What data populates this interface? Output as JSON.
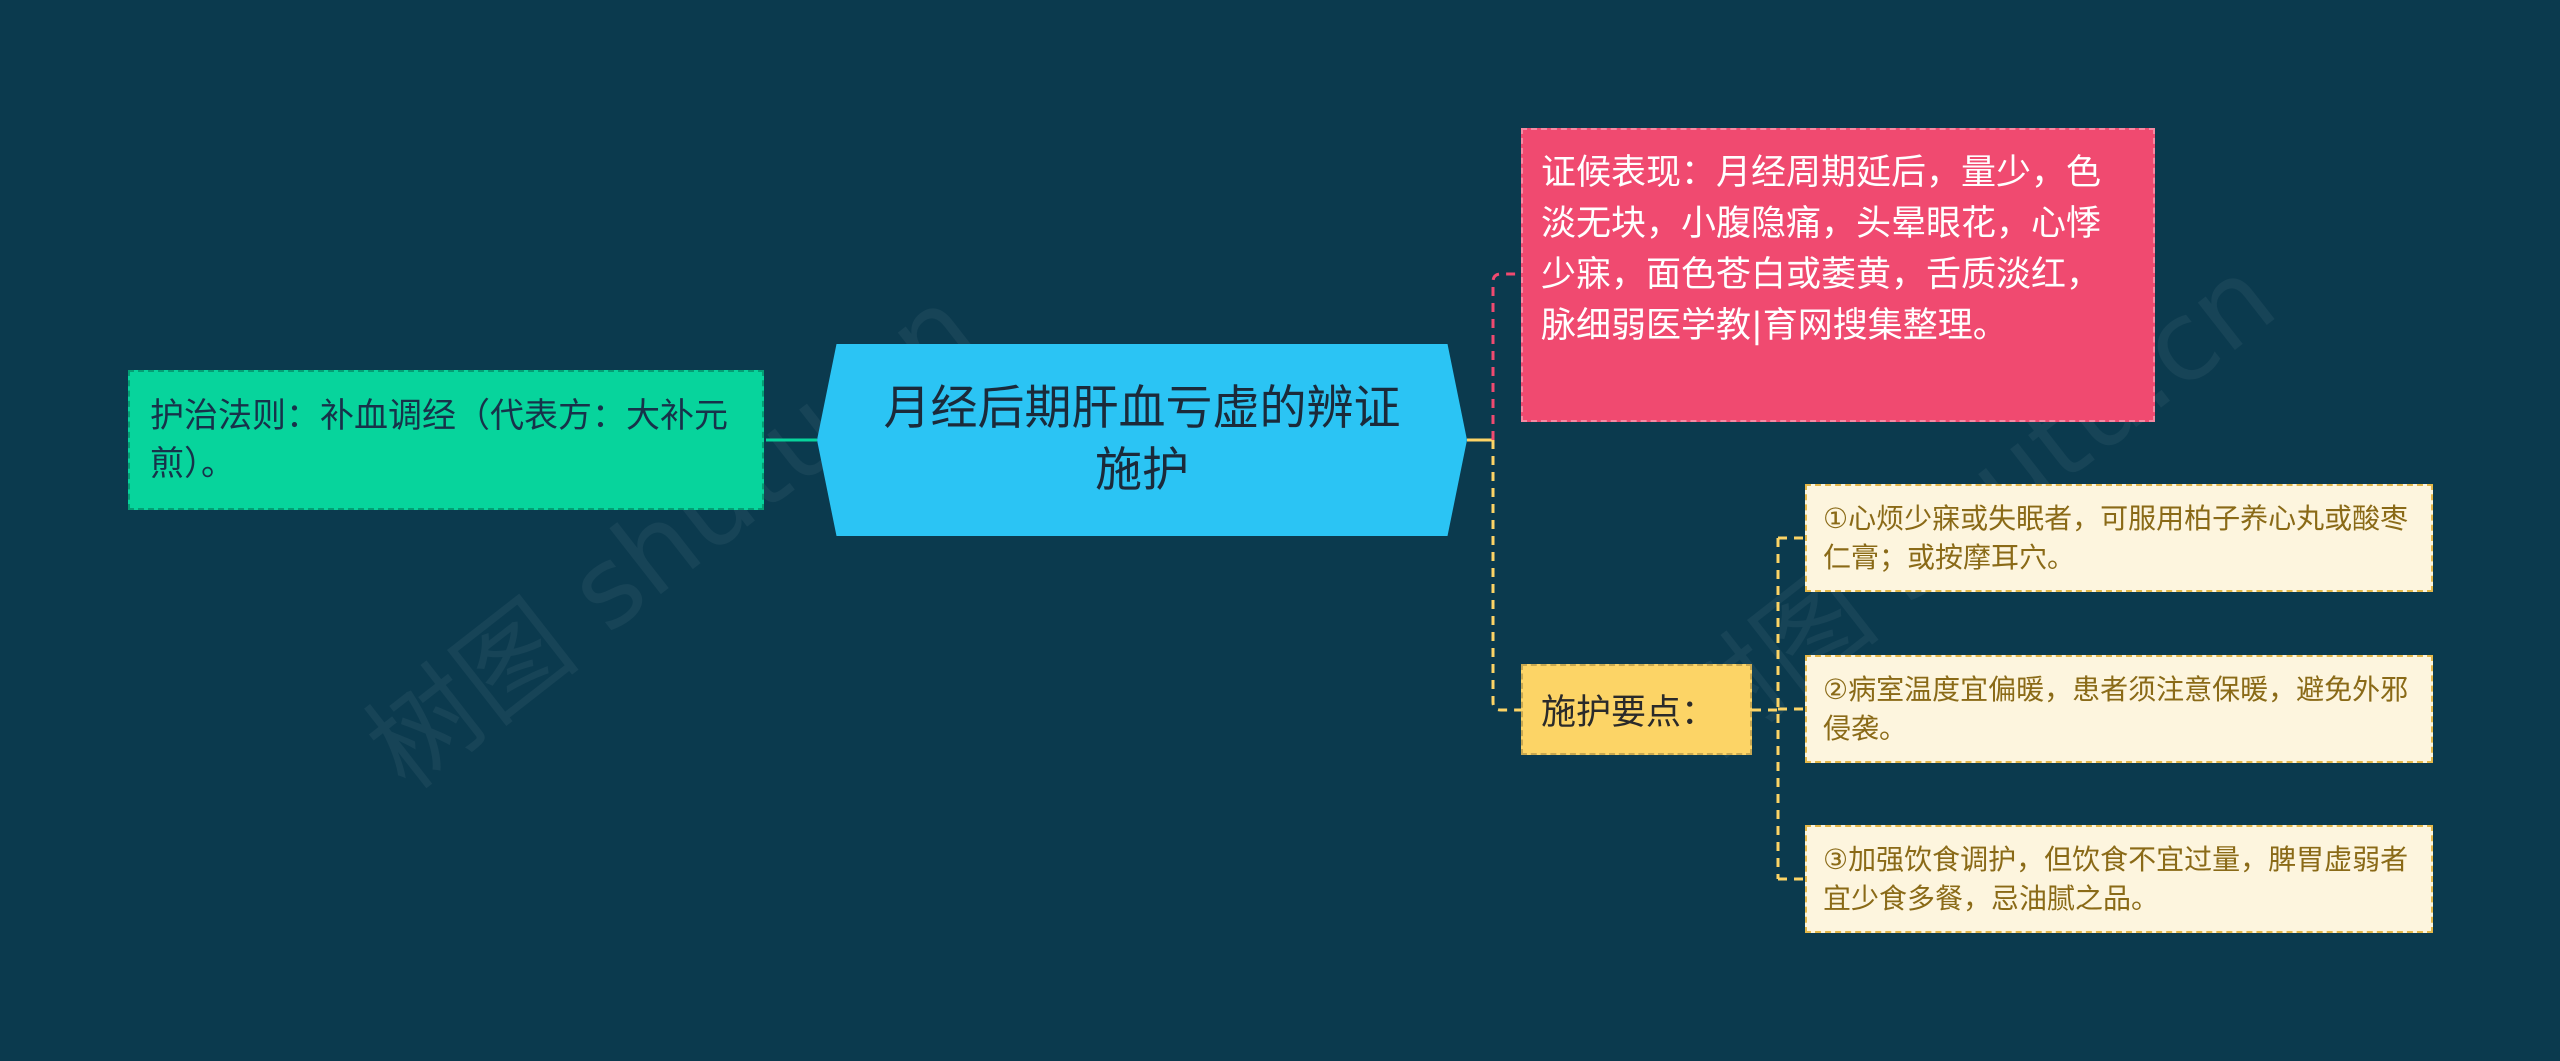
{
  "central": {
    "title": "月经后期肝血亏虚的辨证施护"
  },
  "left": {
    "text": "护治法则：补血调经（代表方：大补元煎）。"
  },
  "symptom": {
    "text": "证候表现：月经周期延后，量少，色淡无块，小腹隐痛，头晕眼花，心悸少寐，面色苍白或萎黄，舌质淡红，脉细弱医学教|育网搜集整理。"
  },
  "nursing": {
    "label": "施护要点：",
    "points": [
      "①心烦少寐或失眠者，可服用柏子养心丸或酸枣仁膏；或按摩耳穴。",
      "②病室温度宜偏暖，患者须注意保暖，避免外邪侵袭。",
      "③加强饮食调护，但饮食不宜过量，脾胃虚弱者宜少食多餐，忌油腻之品。"
    ]
  },
  "watermark": "树图 shutu.cn",
  "colors": {
    "background": "#0b3a4e",
    "central": "#2bc4f4",
    "left": "#07d49c",
    "symptom": "#f04a70",
    "nursing": "#fcd466",
    "point": "#fdf5de"
  }
}
